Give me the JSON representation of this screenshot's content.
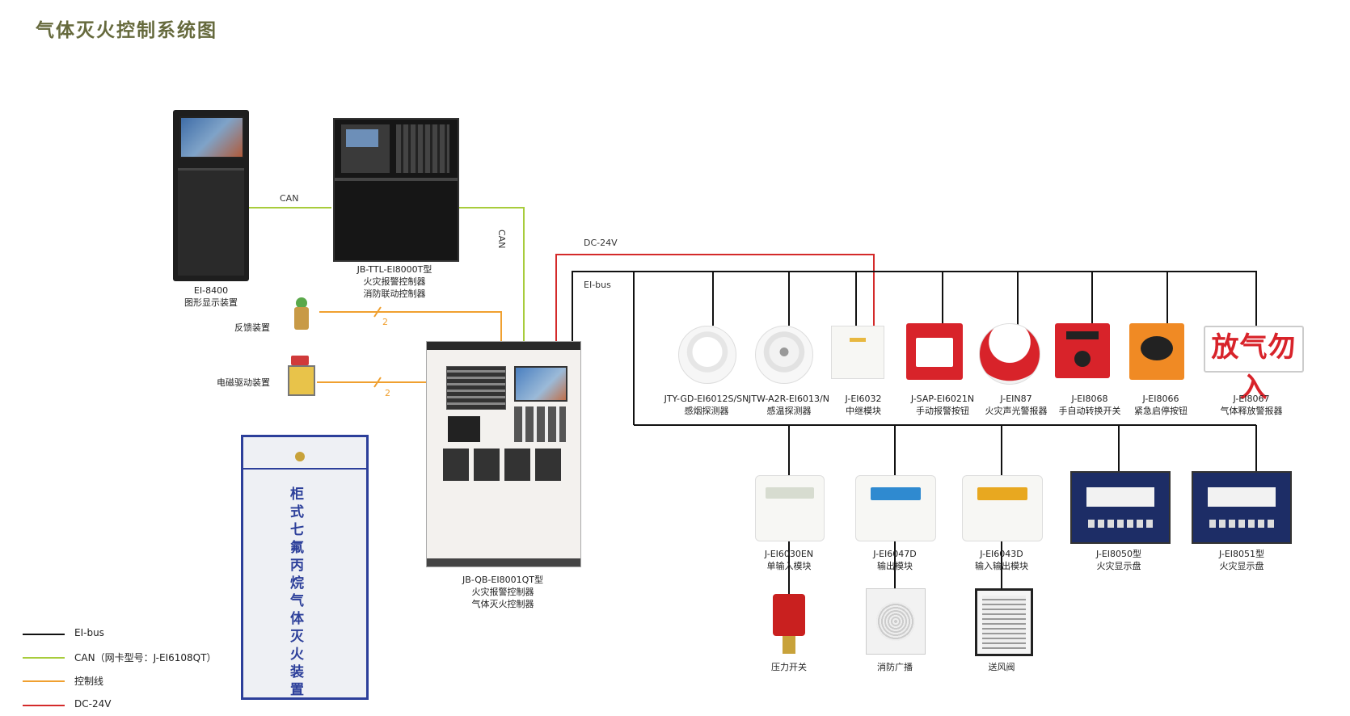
{
  "title": "气体灭火控制系统图",
  "wire_labels": {
    "can_top": "CAN",
    "can_vertical": "CAN",
    "dc24v": "DC-24V",
    "eibus": "EI-bus",
    "ctrl_count_1": "2",
    "ctrl_count_2": "2"
  },
  "devices": {
    "ei8400": {
      "model": "EI-8400",
      "name": "图形显示装置"
    },
    "ttl": {
      "model": "JB-TTL-EI8000T型",
      "name1": "火灾报警控制器",
      "name2": "消防联动控制器"
    },
    "feedback": {
      "name": "反馈装置"
    },
    "solenoid": {
      "name": "电磁驱动装置"
    },
    "qb": {
      "model": "JB-QB-EI8001QT型",
      "name1": "火灾报警控制器",
      "name2": "气体灭火控制器"
    },
    "cabinet": {
      "text": "柜式七氟丙烷气体灭火装置"
    },
    "sign_text": "放气勿入"
  },
  "bus_devices_row1": [
    {
      "model": "JTY-GD-EI6012S/SN",
      "name": "感烟探测器"
    },
    {
      "model": "JTW-A2R-EI6013/N",
      "name": "感温探测器"
    },
    {
      "model": "J-EI6032",
      "name": "中继模块"
    },
    {
      "model": "J-SAP-EI6021N",
      "name": "手动报警按钮"
    },
    {
      "model": "J-EIN87",
      "name": "火灾声光警报器"
    },
    {
      "model": "J-EI8068",
      "name": "手自动转换开关"
    },
    {
      "model": "J-EI8066",
      "name": "紧急启停按钮"
    },
    {
      "model": "J-EI8067",
      "name": "气体释放警报器"
    }
  ],
  "bus_devices_row2": [
    {
      "model": "J-EI6030EN",
      "name": "单输入模块"
    },
    {
      "model": "J-EI6047D",
      "name": "输出模块"
    },
    {
      "model": "J-EI6043D",
      "name": "输入输出模块"
    },
    {
      "model": "J-EI8050型",
      "name": "火灾显示盘"
    },
    {
      "model": "J-EI8051型",
      "name": "火灾显示盘"
    }
  ],
  "field_devices": [
    {
      "name": "压力开关"
    },
    {
      "name": "消防广播"
    },
    {
      "name": "送风阀"
    }
  ],
  "legend": [
    {
      "label": "EI-bus",
      "color": "#111111"
    },
    {
      "label": "CAN（网卡型号：J-EI6108QT）",
      "color": "#a8cc3c"
    },
    {
      "label": "控制线",
      "color": "#f0a030"
    },
    {
      "label": "DC-24V",
      "color": "#d42a2a"
    }
  ],
  "colors": {
    "eibus": "#111111",
    "can": "#a8cc3c",
    "control": "#f0a030",
    "dc": "#d42a2a",
    "title": "#666a3d"
  }
}
